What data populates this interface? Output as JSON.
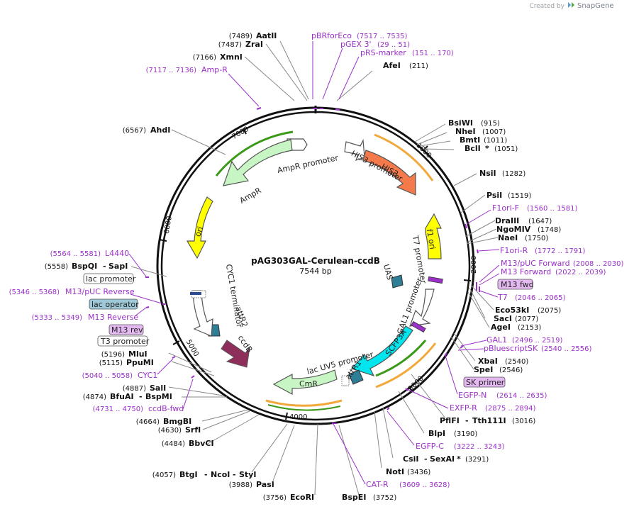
{
  "branding": {
    "created_by": "Created by",
    "product": "SnapGene"
  },
  "plasmid": {
    "name": "pAG303GAL-Cerulean-ccdB",
    "size_label": "7544 bp"
  },
  "ticks": [
    "1000",
    "2000",
    "3000",
    "4000",
    "5000",
    "6000",
    "7000"
  ],
  "sites": [
    {
      "id": "aatii",
      "pos": "(7489)",
      "name": "AatII"
    },
    {
      "id": "zrai",
      "pos": "(7487)",
      "name": "ZraI"
    },
    {
      "id": "xmni",
      "pos": "(7166)",
      "name": "XmnI"
    },
    {
      "id": "afei",
      "name": "AfeI",
      "pos": "(211)"
    },
    {
      "id": "ahdi",
      "pos": "(6567)",
      "name": "AhdI"
    },
    {
      "id": "bsiwi",
      "name": "BsiWI",
      "pos": "(915)"
    },
    {
      "id": "nhei",
      "name": "NheI",
      "pos": "(1007)"
    },
    {
      "id": "bmti",
      "name": "BmtI",
      "pos": "(1011)"
    },
    {
      "id": "bcli",
      "name": "BclI",
      "star": "*",
      "pos": "(1051)"
    },
    {
      "id": "nsii",
      "name": "NsiI",
      "pos": "(1282)"
    },
    {
      "id": "psii",
      "name": "PsiI",
      "pos": "(1519)"
    },
    {
      "id": "draiii",
      "name": "DraIII",
      "pos": "(1647)"
    },
    {
      "id": "ngomiv",
      "name": "NgoMIV",
      "pos": "(1748)"
    },
    {
      "id": "naei",
      "name": "NaeI",
      "pos": "(1750)"
    },
    {
      "id": "eco53ki",
      "name": "Eco53kI",
      "pos": "(2075)"
    },
    {
      "id": "saci",
      "name": "SacI",
      "pos": "(2077)"
    },
    {
      "id": "agei",
      "name": "AgeI",
      "pos": "(2153)"
    },
    {
      "id": "xbai",
      "name": "XbaI",
      "pos": "(2540)"
    },
    {
      "id": "spei",
      "name": "SpeI",
      "pos": "(2546)"
    },
    {
      "id": "pflfi",
      "name": "PflFI",
      "sep": "-",
      "name2": "Tth111I",
      "pos": "(3016)"
    },
    {
      "id": "blpi",
      "name": "BlpI",
      "pos": "(3190)"
    },
    {
      "id": "csii",
      "name": "CsiI",
      "sep": "-",
      "name2": "SexAI",
      "star": "*",
      "pos": "(3291)"
    },
    {
      "id": "noti",
      "name": "NotI",
      "pos": "(3436)"
    },
    {
      "id": "bspei",
      "name": "BspEI",
      "pos": "(3752)"
    },
    {
      "id": "ecori",
      "pos": "(3756)",
      "name": "EcoRI"
    },
    {
      "id": "pasi",
      "pos": "(3988)",
      "name": "PasI"
    },
    {
      "id": "btgi",
      "pos": "(4057)",
      "name": "BtgI",
      "sep": "-",
      "name2": "NcoI",
      "sep2": "-",
      "name3": "StyI"
    },
    {
      "id": "bbvci",
      "pos": "(4484)",
      "name": "BbvCI"
    },
    {
      "id": "srfi",
      "pos": "(4630)",
      "name": "SrfI"
    },
    {
      "id": "bmgbi",
      "pos": "(4664)",
      "name": "BmgBI"
    },
    {
      "id": "bfuai",
      "pos": "(4874)",
      "name": "BfuAI",
      "sep": "-",
      "name2": "BspMI"
    },
    {
      "id": "sali",
      "pos": "(4887)",
      "name": "SalI"
    },
    {
      "id": "ppumi",
      "pos": "(5115)",
      "name": "PpuMI"
    },
    {
      "id": "mlui",
      "pos": "(5196)",
      "name": "MluI"
    },
    {
      "id": "bspqi",
      "pos": "(5558)",
      "name": "BspQI",
      "sep": "-",
      "name2": "SapI"
    }
  ],
  "primers": [
    {
      "id": "pbrforeco",
      "name": "pBRforEco",
      "pos": "(7517 .. 7535)"
    },
    {
      "id": "pgex3",
      "name": "pGEX 3'",
      "pos": "(29 .. 51)"
    },
    {
      "id": "prsmarker",
      "name": "pRS-marker",
      "pos": "(151 .. 170)"
    },
    {
      "id": "ampr",
      "pos": "(7117 .. 7136)",
      "name": "Amp-R"
    },
    {
      "id": "f1orif",
      "name": "F1ori-F",
      "pos": "(1560 .. 1581)"
    },
    {
      "id": "f1orir",
      "name": "F1ori-R",
      "pos": "(1772 .. 1791)"
    },
    {
      "id": "m13puc",
      "name": "M13/pUC Forward",
      "pos": "(2008 .. 2030)"
    },
    {
      "id": "m13fwdp",
      "name": "M13 Forward",
      "pos": "(2022 .. 2039)"
    },
    {
      "id": "m13fwd",
      "name": "M13 fwd",
      "boxed": true
    },
    {
      "id": "t7",
      "name": "T7",
      "pos": "(2046 .. 2065)"
    },
    {
      "id": "gal1",
      "name": "GAL1",
      "pos": "(2496 .. 2519)"
    },
    {
      "id": "pbluescriptsk",
      "name": "pBluescriptSK",
      "pos": "(2540 .. 2556)"
    },
    {
      "id": "skprimer",
      "name": "SK primer",
      "boxed": true
    },
    {
      "id": "egfpn",
      "name": "EGFP-N",
      "pos": "(2614 .. 2635)"
    },
    {
      "id": "exfpr",
      "name": "EXFP-R",
      "pos": "(2875 .. 2894)"
    },
    {
      "id": "egfpc",
      "name": "EGFP-C",
      "pos": "(3222 .. 3243)"
    },
    {
      "id": "catr",
      "name": "CAT-R",
      "pos": "(3609 .. 3628)"
    },
    {
      "id": "ccdbfwd",
      "pos": "(4731 .. 4750)",
      "name": "ccdB-fwd"
    },
    {
      "id": "cyc1",
      "pos": "(5040 .. 5058)",
      "name": "CYC1"
    },
    {
      "id": "m13rev",
      "name": "M13 rev",
      "boxed": true
    },
    {
      "id": "m13reverse",
      "pos": "(5333 .. 5349)",
      "name": "M13 Reverse"
    },
    {
      "id": "m13pucrev",
      "pos": "(5346 .. 5368)",
      "name": "M13/pUC Reverse"
    },
    {
      "id": "l4440",
      "pos": "(5564 .. 5581)",
      "name": "L4440"
    }
  ],
  "side_features": [
    {
      "id": "lacpromoter",
      "name": "lac promoter",
      "style": "outline"
    },
    {
      "id": "lacoperator",
      "name": "lac operator",
      "style": "teal"
    },
    {
      "id": "t3promoter",
      "name": "T3 promoter",
      "style": "outline"
    }
  ],
  "features": {
    "his3": "HIS3",
    "his3_promoter": "HIS3 promoter",
    "ampr_promoter": "AmpR promoter",
    "ampr": "AmpR",
    "ori": "ori",
    "f1ori": "f1 ori",
    "t7promoter": "T7 promoter",
    "uas": "UAS",
    "gal1promoter": "GAL1 promoter",
    "scfp3a": "SCFP3A",
    "attr1": "attR1",
    "lacuv5": "lac UV5 promoter",
    "cmr": "CmR",
    "ccdb": "ccdB",
    "attr2": "attR2",
    "cyc1term": "CYC1 terminator"
  },
  "colors": {
    "backbone": "#111111",
    "primer": "#9b30c9",
    "his3": "#f47a4c",
    "ampr": "#c8f5c4",
    "ori": "#ffff00",
    "scfp3a": "#00e5ee",
    "ccdb": "#8e2e5a",
    "cmr": "#c8f5c4",
    "uas": "#2e7f95",
    "orf_line": "#f2a93b",
    "green_line": "#3a9a18"
  }
}
